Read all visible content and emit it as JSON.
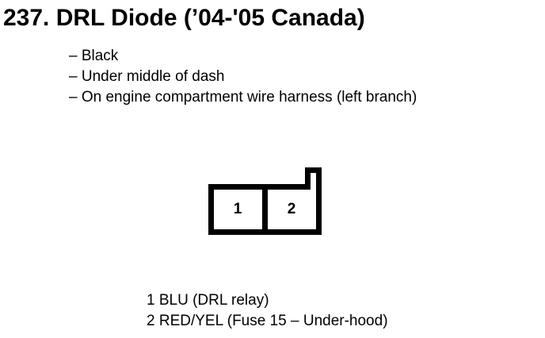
{
  "page": {
    "background_color": "#ffffff",
    "text_color": "#000000"
  },
  "title": {
    "number": "237.",
    "name": "DRL Diode (’04-'05 Canada)",
    "full": "237.  DRL Diode (’04-'05 Canada)"
  },
  "description": {
    "items": [
      "– Black",
      "– Under middle of dash",
      "– On engine compartment wire harness (left branch)"
    ]
  },
  "connector": {
    "cavity_count": 2,
    "pins": [
      {
        "number": "1"
      },
      {
        "number": "2"
      }
    ],
    "outline_color": "#000000",
    "fill_color": "#ffffff",
    "has_locking_tab": true,
    "tab_position": "top-right"
  },
  "legend": {
    "rows": [
      {
        "number": "1",
        "text": "BLU (DRL relay)"
      },
      {
        "number": "2",
        "text": "RED/YEL (Fuse 15 – Under-hood)"
      }
    ]
  }
}
